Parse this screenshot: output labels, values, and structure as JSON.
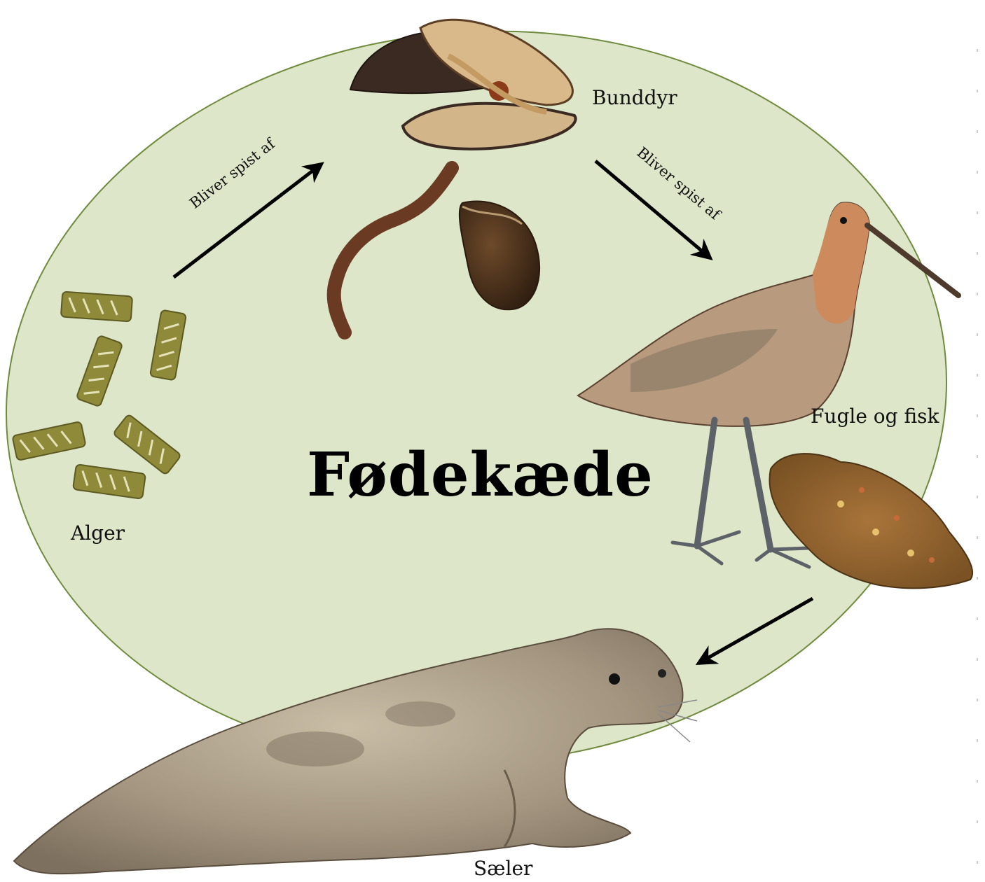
{
  "title": "Fødekæde",
  "nodes": {
    "alger": "Alger",
    "bunddyr": "Bunddyr",
    "fugle_fisk": "Fugle og fisk",
    "saeler": "Sæler"
  },
  "arrow_labels": {
    "alger_to_bunddyr": "Bliver spist af",
    "bunddyr_to_fugle": "Bliver spist af"
  },
  "colors": {
    "ellipse_fill": "#dde6c8",
    "ellipse_stroke": "#6f8b3e",
    "arrow": "#000000",
    "algae": "#8e8a3a"
  }
}
